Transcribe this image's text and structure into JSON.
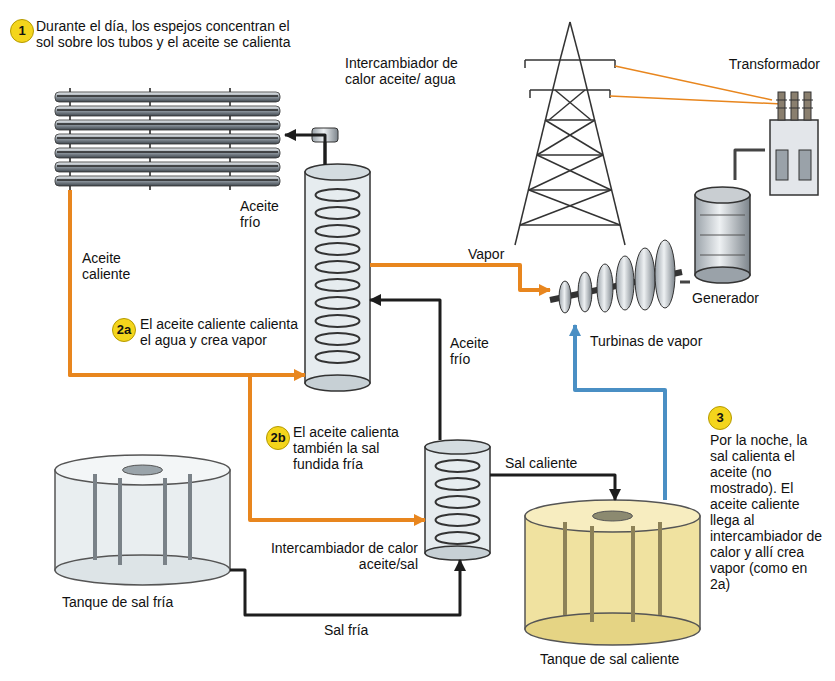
{
  "diagram": {
    "nodes": [
      {
        "text": [
          "Durante el día, los espejos concentran el sol sobre los tubos y el aceite se calienta"
        ]
      },
      {
        "text": [
          "Intercambiador de calor aceite/ agua"
        ]
      },
      {
        "text": [
          "Turbinas de vapor"
        ]
      },
      {
        "text": [
          "Generador"
        ]
      },
      {
        "text": [
          "Transformador"
        ]
      },
      {
        "text": [
          "Intercambiador de calor aceite/sal"
        ]
      },
      {
        "text": [
          "Tanque de sal fría"
        ]
      },
      {
        "text": [
          "Tanque de sal caliente"
        ]
      }
    ],
    "edges": [
      {
        "from": 0,
        "to": 1,
        "label": "Aceite caliente",
        "arrow": "to"
      },
      {
        "from": 1,
        "to": 0,
        "label": "Aceite frío",
        "arrow": "to"
      },
      {
        "from": 0,
        "to": 5,
        "arrow": "to"
      },
      {
        "from": 1,
        "to": 2,
        "label": "Vapor",
        "arrow": "to"
      },
      {
        "from": 5,
        "to": 1,
        "label": "Aceite frío",
        "arrow": "to"
      },
      {
        "from": 5,
        "to": 7,
        "label": "Sal caliente",
        "arrow": "to"
      },
      {
        "from": 6,
        "to": 5,
        "label": "Sal fría",
        "arrow": "to"
      },
      {
        "from": 7,
        "to": 2,
        "arrow": "to"
      },
      {
        "from": 2,
        "to": 3,
        "arrow": "none"
      },
      {
        "from": 3,
        "to": 4,
        "arrow": "none"
      }
    ],
    "labels": [
      "1",
      "2a",
      "El aceite caliente calienta el agua y crea vapor",
      "2b",
      "El aceite calienta también la sal fundida fría",
      "3",
      "Por la noche, la sal calienta el aceite (no mostrado). El aceite caliente llega al intercambiador de calor y allí crea vapor (como en 2a)"
    ]
  }
}
